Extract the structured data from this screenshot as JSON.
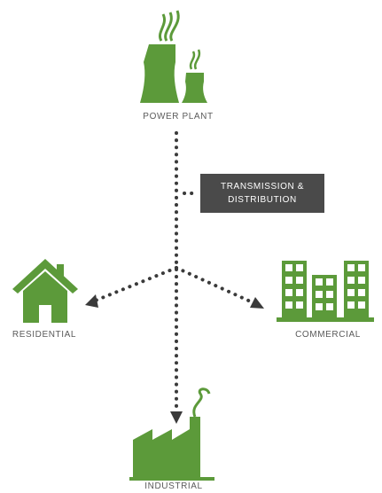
{
  "nodes": {
    "power_plant": {
      "label": "POWER PLANT"
    },
    "residential": {
      "label": "RESIDENTIAL"
    },
    "commercial": {
      "label": "COMMERCIAL"
    },
    "industrial": {
      "label": "INDUSTRIAL"
    }
  },
  "callout": {
    "line1": "TRANSMISSION &",
    "line2": "DISTRIBUTION"
  },
  "colors": {
    "icon_green": "#5c9a3a",
    "dots": "#3a3a3a",
    "callout_bg": "#4a4a4a",
    "label_gray": "#5a5a5a"
  },
  "icons": {
    "power_plant": "cooling-towers-icon",
    "residential": "house-icon",
    "commercial": "office-buildings-icon",
    "industrial": "factory-icon"
  }
}
